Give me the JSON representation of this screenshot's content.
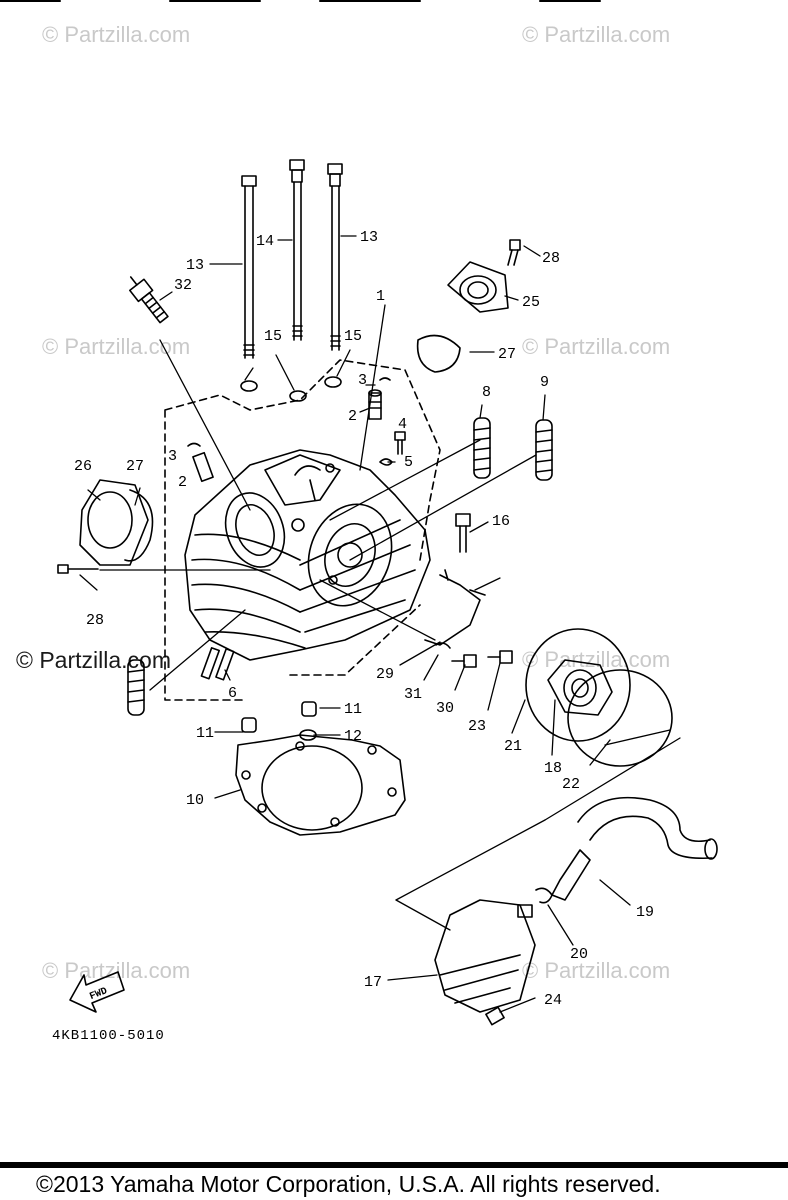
{
  "watermarks": {
    "top_left": "© Partzilla.com",
    "top_right": "© Partzilla.com",
    "mid_left": "© Partzilla.com",
    "mid_right": "© Partzilla.com",
    "center_left": "© Partzilla.com",
    "center_right": "© Partzilla.com",
    "low_left": "© Partzilla.com",
    "low_right": "© Partzilla.com"
  },
  "callouts": {
    "c1": "1",
    "c2a": "2",
    "c2b": "2",
    "c3a": "3",
    "c3b": "3",
    "c4": "4",
    "c5": "5",
    "c6": "6",
    "c8": "8",
    "c9": "9",
    "c10": "10",
    "c11a": "11",
    "c11b": "11",
    "c12": "12",
    "c13a": "13",
    "c13b": "13",
    "c14": "14",
    "c15a": "15",
    "c15b": "15",
    "c16": "16",
    "c17": "17",
    "c18": "18",
    "c19": "19",
    "c20": "20",
    "c21": "21",
    "c22": "22",
    "c23": "23",
    "c24": "24",
    "c25": "25",
    "c26": "26",
    "c27a": "27",
    "c27b": "27",
    "c28a": "28",
    "c28b": "28",
    "c29": "29",
    "c30": "30",
    "c31": "31",
    "c32": "32"
  },
  "fwd_label": "FWD",
  "part_number": "4KB1100-5010",
  "copyright": "©2013 Yamaha Motor Corporation, U.S.A. All rights reserved."
}
